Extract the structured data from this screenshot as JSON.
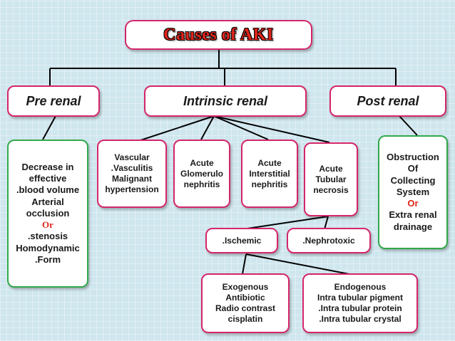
{
  "title": "Causes of AKI",
  "categories": {
    "pre_renal": "Pre renal",
    "intrinsic_renal": "Intrinsic renal",
    "post_renal": "Post renal"
  },
  "pre_renal_box": {
    "lines": [
      "Decrease in",
      "effective",
      ".blood volume",
      "Arterial",
      "occlusion",
      "Or",
      ".stenosis",
      "Homodynamic",
      ".Form"
    ]
  },
  "intrinsic": {
    "vascular": [
      "Vascular",
      ".Vasculitis",
      "Malignant",
      "hypertension"
    ],
    "glomerulo": [
      "Acute",
      "Glomerulo",
      "nephritis"
    ],
    "interstitial": [
      "Acute",
      "Interstitial",
      "nephritis"
    ],
    "tubular": [
      "Acute",
      "Tubular",
      "necrosis"
    ]
  },
  "atn_types": {
    "ischemic": ".Ischemic",
    "nephrotoxic": ".Nephrotoxic"
  },
  "exogenous": [
    "Exogenous",
    "Antibiotic",
    "Radio contrast",
    "cisplatin"
  ],
  "endogenous": [
    "Endogenous",
    "Intra tubular pigment",
    ".Intra tubular protein",
    ".Intra tubular crystal"
  ],
  "post_renal_box": {
    "lines": [
      "Obstruction",
      "Of",
      "Collecting",
      "System",
      "Or",
      "Extra renal",
      "drainage"
    ]
  },
  "colors": {
    "border_pink": "#d4266a",
    "border_green": "#31a84a",
    "accent_red": "#e0251b",
    "background": "#cfe6ee"
  }
}
